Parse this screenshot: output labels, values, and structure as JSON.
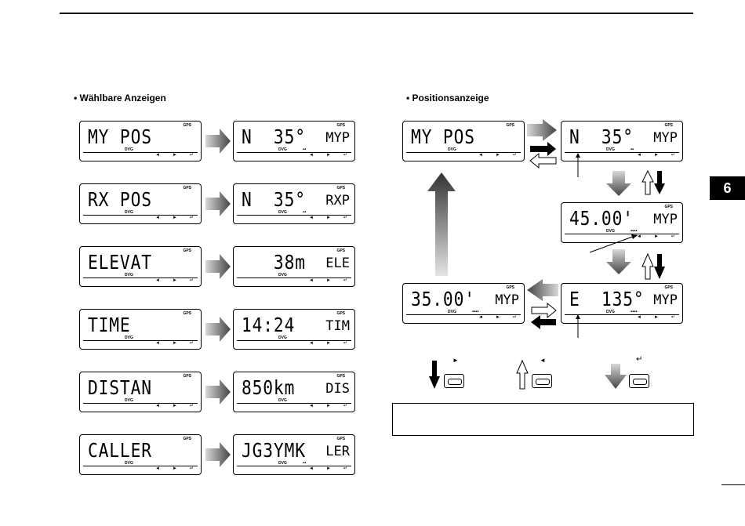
{
  "chapter_tab": "6",
  "headings": {
    "left": "• Wählbare Anzeigen",
    "right": "• Positionsanzeige"
  },
  "lcd_common": {
    "gps": "GPS",
    "dvg": "DVG",
    "key_left": "◄",
    "key_right": "►",
    "key_enter": "↵"
  },
  "left_rows": [
    {
      "before": {
        "main": "MY POS"
      },
      "after": {
        "main": "N  35°",
        "suffix": "MYP",
        "bars": "▪▪"
      }
    },
    {
      "before": {
        "main": "RX POS"
      },
      "after": {
        "main": "N  35°",
        "suffix": "RXP",
        "bars": "▪▪"
      }
    },
    {
      "before": {
        "main": "ELEVAT"
      },
      "after": {
        "main": "   38m",
        "suffix": "ELE",
        "bars": ""
      }
    },
    {
      "before": {
        "main": "TIME"
      },
      "after": {
        "main": "14:24",
        "suffix": "TIM",
        "bars": ""
      }
    },
    {
      "before": {
        "main": "DISTAN"
      },
      "after": {
        "main": "850km",
        "suffix": "DIS",
        "bars": ""
      }
    },
    {
      "before": {
        "main": "CALLER"
      },
      "after": {
        "main": "JG3YMK",
        "suffix": "LER",
        "bars": "▪▪"
      }
    }
  ],
  "right_displays": {
    "start": {
      "main": "MY POS"
    },
    "lat": {
      "main": "N  35°",
      "suffix": "MYP",
      "bars": "▪▪"
    },
    "lat_min": {
      "main": "45.00'",
      "suffix": "MYP",
      "bars": "▪▪▪▪"
    },
    "lon": {
      "main": "E  135°",
      "suffix": "MYP",
      "bars": "▪▪▪▪"
    },
    "lon_min": {
      "main": "35.00'",
      "suffix": "MYP",
      "bars": "▪▪▪▪"
    }
  },
  "key_glyphs": {
    "right": "►",
    "left": "◄",
    "enter": "↵"
  }
}
